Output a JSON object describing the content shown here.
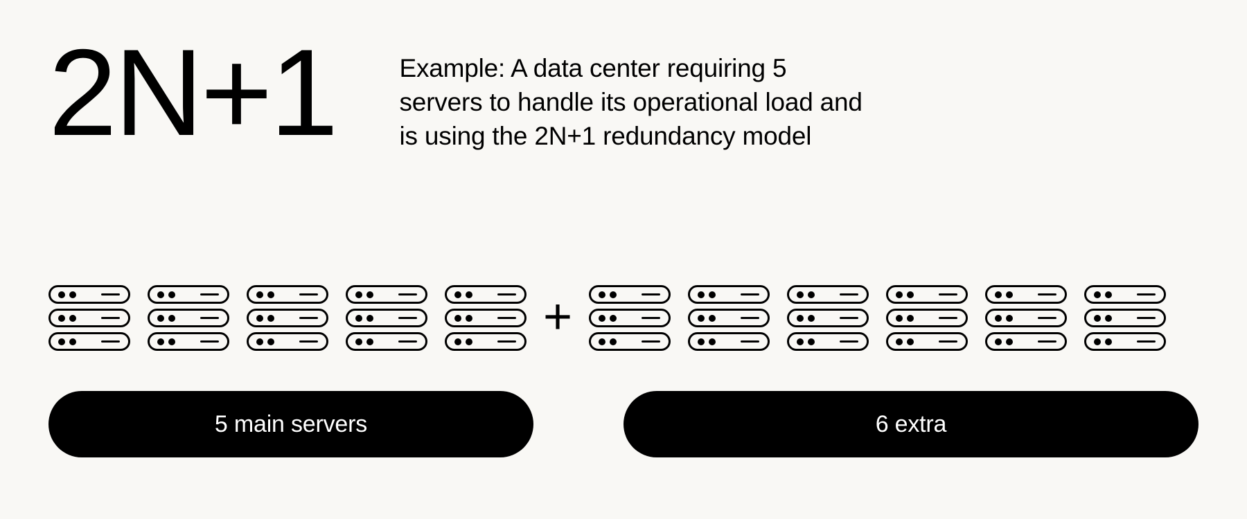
{
  "theme": {
    "background": "#f9f8f5",
    "foreground": "#000000",
    "pill_background": "#000000",
    "pill_text": "#ffffff"
  },
  "header": {
    "headline": "2N+1",
    "description_lines": [
      "Example: A data center requiring 5",
      "servers to handle its operational load and",
      "is using the 2N+1 redundancy model"
    ],
    "description_full": "Example: A data center requiring 5 servers to handle its operational load and is using the 2N+1 redundancy model"
  },
  "diagram": {
    "operator": "+",
    "operator_icon": "plus-icon",
    "server_icon": "server-unit-icon",
    "left_group": {
      "stack_count": 5,
      "rows_per_stack": 3,
      "label": "5 main servers"
    },
    "right_group": {
      "stack_count": 6,
      "rows_per_stack": 3,
      "label": "6 extra"
    }
  },
  "labels": {
    "main": "5 main servers",
    "extra": "6 extra"
  }
}
